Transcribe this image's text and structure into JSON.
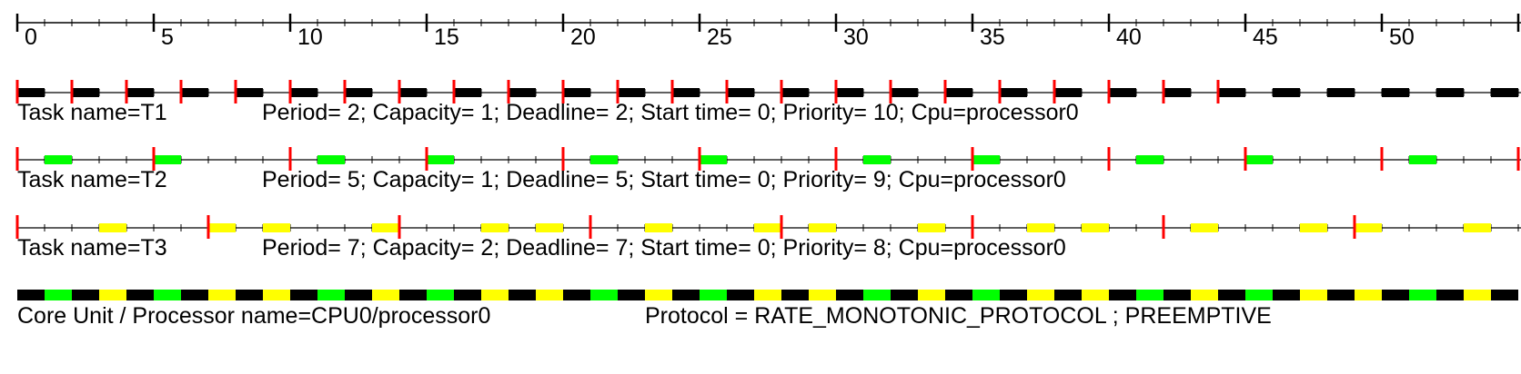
{
  "timeline": {
    "tick_labels": [
      "0",
      "5",
      "10",
      "15",
      "20",
      "25",
      "30",
      "35",
      "40",
      "45",
      "50"
    ],
    "unit_end": 55
  },
  "tasks": [
    {
      "name_text": "Task name=T1",
      "params_text": "Period= 2; Capacity= 1; Deadline= 2; Start time= 0; Priority= 10; Cpu=processor0",
      "period": 2,
      "capacity": 1,
      "deadline": 2,
      "start": 0,
      "priority": 10,
      "color": "#000000",
      "exec_intervals": [
        [
          0,
          1
        ],
        [
          2,
          3
        ],
        [
          4,
          5
        ],
        [
          6,
          7
        ],
        [
          8,
          9
        ],
        [
          10,
          11
        ],
        [
          12,
          13
        ],
        [
          14,
          15
        ],
        [
          16,
          17
        ],
        [
          18,
          19
        ],
        [
          20,
          21
        ],
        [
          22,
          23
        ],
        [
          24,
          25
        ],
        [
          26,
          27
        ],
        [
          28,
          29
        ],
        [
          30,
          31
        ],
        [
          32,
          33
        ],
        [
          34,
          35
        ],
        [
          36,
          37
        ],
        [
          38,
          39
        ],
        [
          40,
          41
        ],
        [
          42,
          43
        ],
        [
          44,
          45
        ],
        [
          46,
          47
        ],
        [
          48,
          49
        ],
        [
          50,
          51
        ],
        [
          52,
          53
        ],
        [
          54,
          55
        ]
      ],
      "release_marks": [
        0,
        2,
        4,
        6,
        8,
        10,
        12,
        14,
        16,
        18,
        20,
        22,
        24,
        26,
        28,
        30,
        32,
        34,
        36,
        38,
        40,
        42,
        44
      ]
    },
    {
      "name_text": "Task name=T2",
      "params_text": "Period= 5; Capacity= 1; Deadline= 5; Start time= 0; Priority= 9; Cpu=processor0",
      "period": 5,
      "capacity": 1,
      "deadline": 5,
      "start": 0,
      "priority": 9,
      "color": "#00ff00",
      "exec_intervals": [
        [
          1,
          2
        ],
        [
          5,
          6
        ],
        [
          11,
          12
        ],
        [
          15,
          16
        ],
        [
          21,
          22
        ],
        [
          25,
          26
        ],
        [
          31,
          32
        ],
        [
          35,
          36
        ],
        [
          41,
          42
        ],
        [
          45,
          46
        ],
        [
          51,
          52
        ]
      ],
      "release_marks": [
        0,
        5,
        10,
        15,
        20,
        25,
        30,
        35,
        40,
        45,
        50,
        55
      ]
    },
    {
      "name_text": "Task name=T3",
      "params_text": "Period= 7; Capacity= 2; Deadline= 7; Start time= 0; Priority= 8; Cpu=processor0",
      "period": 7,
      "capacity": 2,
      "deadline": 7,
      "start": 0,
      "priority": 8,
      "color": "#ffff00",
      "exec_intervals": [
        [
          3,
          4
        ],
        [
          7,
          8
        ],
        [
          9,
          10
        ],
        [
          13,
          14
        ],
        [
          17,
          18
        ],
        [
          19,
          20
        ],
        [
          23,
          24
        ],
        [
          27,
          28
        ],
        [
          29,
          30
        ],
        [
          33,
          34
        ],
        [
          37,
          38
        ],
        [
          39,
          40
        ],
        [
          43,
          44
        ],
        [
          47,
          48
        ],
        [
          49,
          50
        ],
        [
          53,
          54
        ]
      ],
      "release_marks": [
        0,
        7,
        14,
        21,
        28,
        35,
        42,
        49
      ]
    }
  ],
  "processor": {
    "name_text": "Core Unit / Processor name=CPU0/processor0",
    "protocol_text": "Protocol = RATE_MONOTONIC_PROTOCOL ; PREEMPTIVE",
    "schedule": [
      {
        "t": 0,
        "task": "T1"
      },
      {
        "t": 1,
        "task": "T2"
      },
      {
        "t": 2,
        "task": "T1"
      },
      {
        "t": 3,
        "task": "T3"
      },
      {
        "t": 4,
        "task": "T1"
      },
      {
        "t": 5,
        "task": "T2"
      },
      {
        "t": 6,
        "task": "T1"
      },
      {
        "t": 7,
        "task": "T3"
      },
      {
        "t": 8,
        "task": "T1"
      },
      {
        "t": 9,
        "task": "T3"
      },
      {
        "t": 10,
        "task": "T1"
      },
      {
        "t": 11,
        "task": "T2"
      },
      {
        "t": 12,
        "task": "T1"
      },
      {
        "t": 13,
        "task": "T3"
      },
      {
        "t": 14,
        "task": "T1"
      },
      {
        "t": 15,
        "task": "T2"
      },
      {
        "t": 16,
        "task": "T1"
      },
      {
        "t": 17,
        "task": "T3"
      },
      {
        "t": 18,
        "task": "T1"
      },
      {
        "t": 19,
        "task": "T3"
      },
      {
        "t": 20,
        "task": "T1"
      },
      {
        "t": 21,
        "task": "T2"
      },
      {
        "t": 22,
        "task": "T1"
      },
      {
        "t": 23,
        "task": "T3"
      },
      {
        "t": 24,
        "task": "T1"
      },
      {
        "t": 25,
        "task": "T2"
      },
      {
        "t": 26,
        "task": "T1"
      },
      {
        "t": 27,
        "task": "T3"
      },
      {
        "t": 28,
        "task": "T1"
      },
      {
        "t": 29,
        "task": "T3"
      },
      {
        "t": 30,
        "task": "T1"
      },
      {
        "t": 31,
        "task": "T2"
      },
      {
        "t": 32,
        "task": "T1"
      },
      {
        "t": 33,
        "task": "T3"
      },
      {
        "t": 34,
        "task": "T1"
      },
      {
        "t": 35,
        "task": "T2"
      },
      {
        "t": 36,
        "task": "T1"
      },
      {
        "t": 37,
        "task": "T3"
      },
      {
        "t": 38,
        "task": "T1"
      },
      {
        "t": 39,
        "task": "T3"
      },
      {
        "t": 40,
        "task": "T1"
      },
      {
        "t": 41,
        "task": "T2"
      },
      {
        "t": 42,
        "task": "T1"
      },
      {
        "t": 43,
        "task": "T3"
      },
      {
        "t": 44,
        "task": "T1"
      },
      {
        "t": 45,
        "task": "T2"
      },
      {
        "t": 46,
        "task": "T1"
      },
      {
        "t": 47,
        "task": "T3"
      },
      {
        "t": 48,
        "task": "T1"
      },
      {
        "t": 49,
        "task": "T3"
      },
      {
        "t": 50,
        "task": "T1"
      },
      {
        "t": 51,
        "task": "T2"
      },
      {
        "t": 52,
        "task": "T1"
      },
      {
        "t": 53,
        "task": "T3"
      },
      {
        "t": 54,
        "task": "T1"
      }
    ]
  },
  "colors": {
    "release_mark": "#ff0000",
    "axis": "#000000"
  }
}
